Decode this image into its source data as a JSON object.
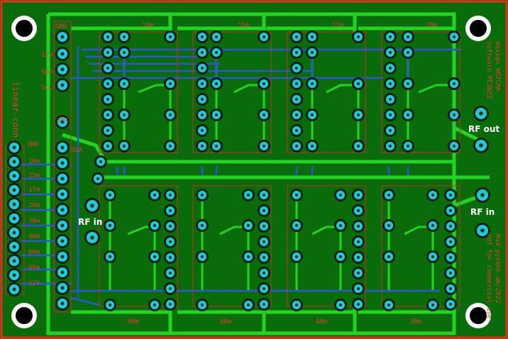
{
  "board": {
    "colors": {
      "substrate": "#0a6b0a",
      "top_trace": "#22d422",
      "bottom_trace": "#2a55d8",
      "pad_fill": "#22c8e0",
      "pad_ring": "#0c2010",
      "silk": "#e0402c",
      "outline": "#e03020"
    },
    "labels": {
      "linear_conn": "linear conn.",
      "design": "design NR2CHA",
      "software": "software PE3NZZ",
      "rf_out": "RF out",
      "rf_in_right": "RF in",
      "rf_in_left": "RF in",
      "credit": "Mad pyzehk am/2022",
      "license": "not for commercial use"
    },
    "band_labels_top": [
      "10m",
      "15m",
      "17m",
      "20m"
    ],
    "band_labels_bottom": [
      "80m",
      "60m",
      "40m",
      "30m"
    ],
    "connector_left_labels": [
      "GND",
      "12V",
      "SDA",
      "SCL",
      "SCL"
    ],
    "connector_right_labels": [
      "GND",
      "10m",
      "15m",
      "17m",
      "20m",
      "30m",
      "40m",
      "60m",
      "80m",
      "12V"
    ],
    "sda_label": "SDA"
  }
}
